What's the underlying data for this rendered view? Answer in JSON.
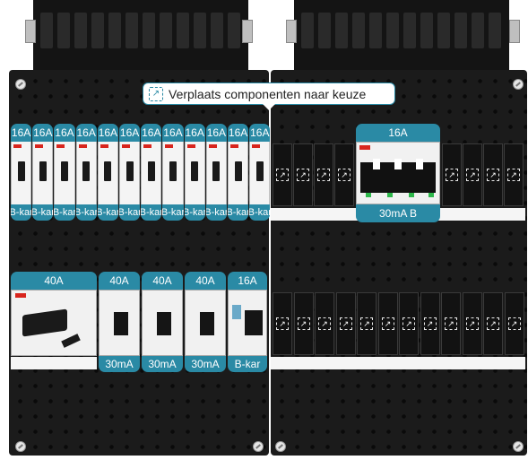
{
  "tooltip": {
    "text": "Verplaats componenten naar keuze",
    "icon": "move-component-icon"
  },
  "top_left_row": {
    "rating_tags": [
      "16A",
      "16A",
      "16A",
      "16A",
      "16A",
      "16A",
      "16A",
      "16A",
      "16A",
      "16A",
      "16A",
      "16A"
    ],
    "type_tags": [
      "B-kar",
      "B-kar",
      "B-kar",
      "B-kar",
      "B-kar",
      "B-kar",
      "B-kar",
      "B-kar",
      "B-kar",
      "B-kar",
      "B-kar",
      "B-kar"
    ]
  },
  "top_right_row": {
    "rcbo": {
      "rating": "16A",
      "type": "30mA B"
    },
    "empty_slot_icon": "move-slot-icon"
  },
  "bottom_left_row": {
    "main_switch": {
      "rating": "40A"
    },
    "rcds": [
      {
        "rating": "40A",
        "type": "30mA"
      },
      {
        "rating": "40A",
        "type": "30mA"
      },
      {
        "rating": "40A",
        "type": "30mA"
      }
    ],
    "mcb": {
      "rating": "16A",
      "type": "B-kar"
    }
  },
  "bottom_right_row": {
    "empty_slot_icon": "move-slot-icon"
  },
  "colors": {
    "accent": "#2a8aa5",
    "panel": "#1b1b1b",
    "brand_red": "#d8251d"
  }
}
